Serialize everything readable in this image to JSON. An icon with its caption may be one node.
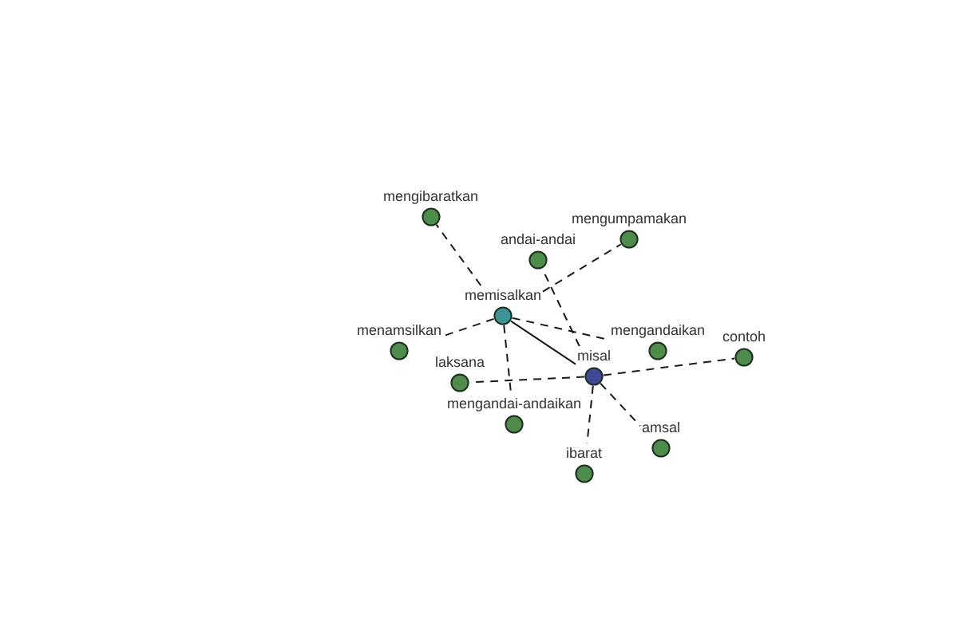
{
  "diagram": {
    "nodes": [
      {
        "text": [
          "mengibaratkan"
        ]
      },
      {
        "text": [
          "mengumpamakan"
        ]
      },
      {
        "text": [
          "andai-andai"
        ]
      },
      {
        "text": [
          "memisalkan"
        ]
      },
      {
        "text": [
          "contoh"
        ]
      },
      {
        "text": [
          "menamsilkan"
        ]
      },
      {
        "text": [
          "misal"
        ]
      },
      {
        "text": [
          "mengandaikan"
        ]
      },
      {
        "text": [
          "laksana"
        ]
      },
      {
        "text": [
          "mengandai-andaikan"
        ]
      },
      {
        "text": [
          "amsal"
        ]
      },
      {
        "text": [
          "ibarat"
        ]
      }
    ],
    "edges": [
      {
        "from": 3,
        "to": 0,
        "arrow": "none",
        "style": "dashed"
      },
      {
        "from": 3,
        "to": 1,
        "arrow": "none",
        "style": "dashed"
      },
      {
        "from": 6,
        "to": 2,
        "arrow": "none",
        "style": "dashed"
      },
      {
        "from": 3,
        "to": 5,
        "arrow": "none",
        "style": "dashed"
      },
      {
        "from": 3,
        "to": 6,
        "arrow": "none"
      },
      {
        "from": 3,
        "to": 7,
        "arrow": "none",
        "style": "dashed"
      },
      {
        "from": 3,
        "to": 9,
        "arrow": "none",
        "style": "dashed"
      },
      {
        "from": 6,
        "to": 4,
        "arrow": "none",
        "style": "dashed"
      },
      {
        "from": 6,
        "to": 8,
        "arrow": "none",
        "style": "dashed"
      },
      {
        "from": 6,
        "to": 10,
        "arrow": "none",
        "style": "dashed"
      },
      {
        "from": 6,
        "to": 11,
        "arrow": "none",
        "style": "dashed"
      }
    ]
  }
}
